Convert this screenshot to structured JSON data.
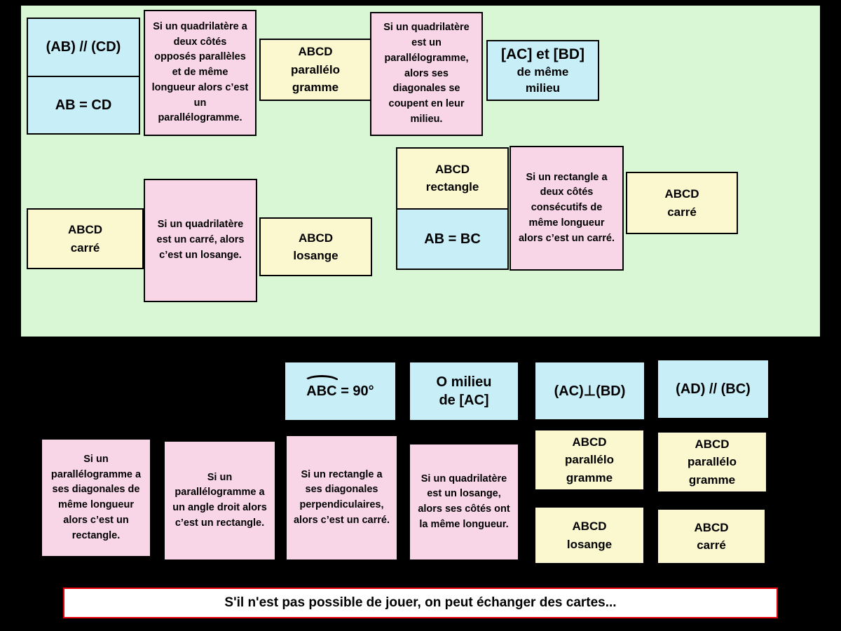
{
  "colors": {
    "table_background": "#000000",
    "board_background": "#d9f7d4",
    "property_card": "#c8eef8",
    "rule_card": "#f8d6e8",
    "name_card": "#fbf8d0",
    "banner_background": "#ffffff",
    "banner_border": "#e8000d",
    "text": "#000000"
  },
  "board": {
    "cards": [
      {
        "top": "(AB) // (CD)",
        "bottom": "AB = CD"
      },
      {
        "text": "Si un quadrilatère a deux côtés opposés parallèles et de même longueur alors c’est un parallélogramme."
      },
      {
        "text": "ABCD\nparallélo\ngramme"
      },
      {
        "text": "Si un quadrilatère est un parallélogramme, alors ses diagonales se coupent en leur milieu."
      },
      {
        "line1": "[AC] et [BD]",
        "line2": "de même\nmilieu"
      },
      {
        "text": "ABCD\ncarré"
      },
      {
        "text": "Si un quadrilatère est un carré, alors c’est un losange."
      },
      {
        "text": "ABCD\nlosange"
      },
      {
        "top": "ABCD\nrectangle",
        "bottom": "AB = BC"
      },
      {
        "text": "Si un rectangle a deux côtés consécutifs de même longueur alors c’est un carré."
      },
      {
        "text": "ABCD\ncarré"
      }
    ]
  },
  "hand": {
    "property_cards": [
      {
        "angle_text": "ABC",
        "rest_text": " = 90°"
      },
      {
        "text": "O milieu\nde [AC]"
      },
      {
        "text": "(AC)⊥(BD)"
      },
      {
        "text": "(AD) // (BC)"
      }
    ],
    "rule_cards": [
      {
        "text": "Si un parallélogramme a ses diagonales de même longueur alors c’est un rectangle."
      },
      {
        "text": "Si un parallélogramme a un angle droit alors c’est un rectangle."
      },
      {
        "text": "Si un rectangle a ses diagonales perpendiculaires, alors c’est un carré."
      },
      {
        "text": "Si un quadrilatère est un losange, alors ses côtés ont la même longueur."
      }
    ],
    "name_cards": [
      {
        "text": "ABCD\nparallélo\ngramme"
      },
      {
        "text": "ABCD\nparallélo\ngramme"
      },
      {
        "text": "ABCD\nlosange"
      },
      {
        "text": "ABCD\ncarré"
      }
    ]
  },
  "banner": {
    "text": "S'il n'est pas possible de jouer, on peut échanger des cartes..."
  }
}
